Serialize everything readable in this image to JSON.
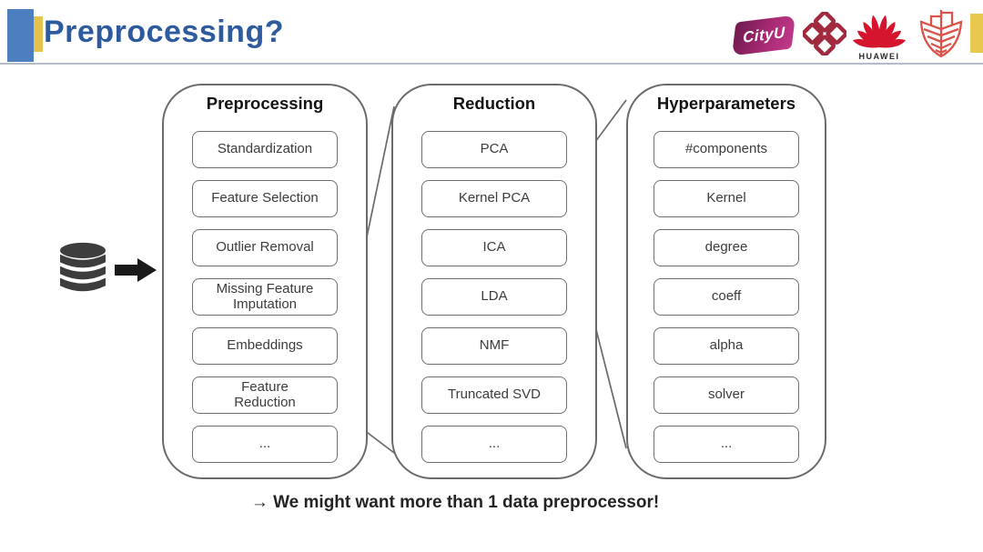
{
  "slide": {
    "title": "Preprocessing?",
    "footer_note": "→ We might want more than 1 data preprocessor!"
  },
  "logos": {
    "cityu_label": "CityU",
    "huawei_label": "HUAWEI"
  },
  "icons": {
    "database_icon": "database-cylinder",
    "arrow_icon": "right-arrow"
  },
  "diagram": {
    "columns": [
      {
        "title": "Preprocessing",
        "items": [
          "Standardization",
          "Feature Selection",
          "Outlier Removal",
          "Missing Feature\nImputation",
          "Embeddings",
          "Feature\nReduction",
          "..."
        ]
      },
      {
        "title": "Reduction",
        "items": [
          "PCA",
          "Kernel PCA",
          "ICA",
          "LDA",
          "NMF",
          "Truncated SVD",
          "..."
        ]
      },
      {
        "title": "Hyperparameters",
        "items": [
          "#components",
          "Kernel",
          "degree",
          "coeff",
          "alpha",
          "solver",
          "..."
        ]
      }
    ]
  },
  "colors": {
    "title_blue": "#2d5b9e",
    "accent_blue": "#4d7ec0",
    "accent_yellow": "#e5c24c",
    "outline_gray": "#6a6a6a",
    "box_text": "#3c3c3c",
    "huawei_red": "#d5152e",
    "polyu_red": "#a12a3e",
    "cityu_magenta": "#a72973",
    "ship_red": "#d9534a",
    "icon_dark": "#3d3d3d"
  }
}
